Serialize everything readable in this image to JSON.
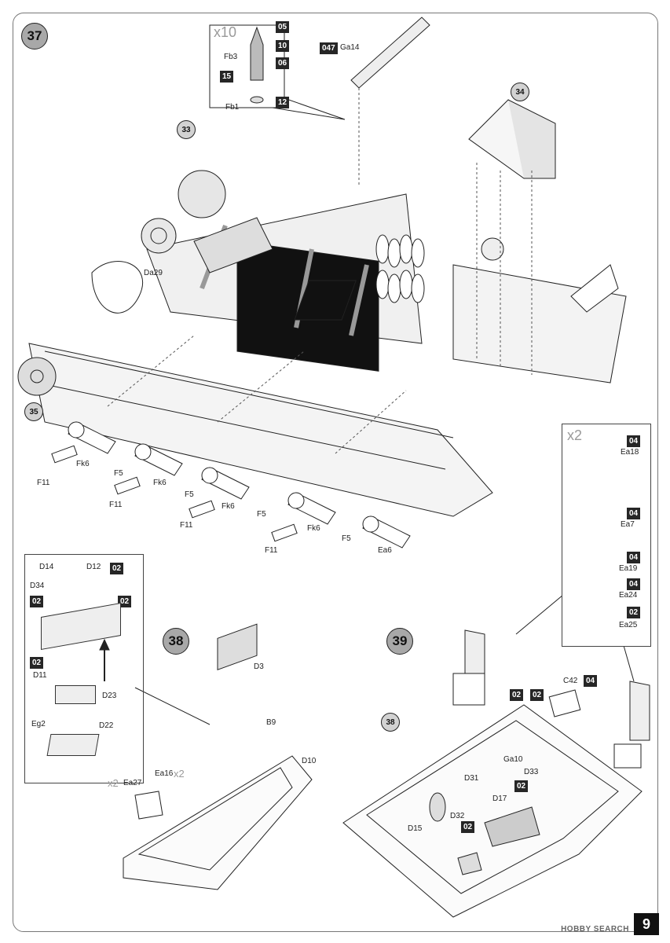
{
  "page_number": "9",
  "watermark": "HOBBY SEARCH",
  "steps": {
    "s37": "37",
    "s38": "38",
    "s39": "39"
  },
  "refs": {
    "r33": "33",
    "r34": "34",
    "r35": "35",
    "r38": "38"
  },
  "inset37": {
    "multiplier": "x10",
    "fb3": "Fb3",
    "fb1": "Fb1",
    "s05": "05",
    "s10": "10",
    "s06": "06",
    "s15": "15",
    "s12": "12"
  },
  "top": {
    "sprue": "047",
    "ga14": "Ga14",
    "da29": "Da29"
  },
  "suspension": {
    "fk6": "Fk6",
    "f5": "F5",
    "f11": "F11",
    "ea6": "Ea6"
  },
  "inset39": {
    "multiplier": "x2",
    "ea18": "Ea18",
    "ea7": "Ea7",
    "ea19": "Ea19",
    "ea24": "Ea24",
    "ea25": "Ea25",
    "s04": "04",
    "s02": "02"
  },
  "inset38": {
    "d14": "D14",
    "d12": "D12",
    "d34": "D34",
    "d11": "D11",
    "d23": "D23",
    "eg2": "Eg2",
    "d22": "D22",
    "s02": "02"
  },
  "step38": {
    "d3": "D3",
    "b9": "B9",
    "d10": "D10",
    "ea27": "Ea27",
    "ea16": "Ea16",
    "x2": "x2"
  },
  "step39": {
    "c42": "C42",
    "ga10": "Ga10",
    "d33": "D33",
    "d31": "D31",
    "d17": "D17",
    "d32": "D32",
    "d15": "D15",
    "s02": "02",
    "s04": "04"
  }
}
